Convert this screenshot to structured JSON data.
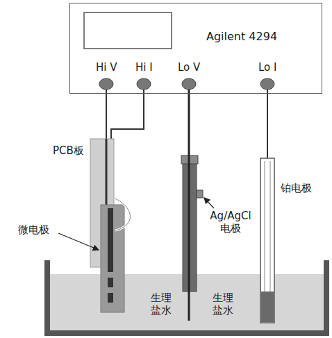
{
  "diagram": {
    "nodes": [
      {
        "text": [
          "Agilent 4294"
        ]
      }
    ],
    "labels": [
      "Hi V",
      "Hi I",
      "Lo V",
      "Lo I",
      "PCB板",
      "微电极",
      "Ag/AgCl 电极",
      "铂电极",
      "生理 盐水",
      "生理 盐水"
    ]
  }
}
